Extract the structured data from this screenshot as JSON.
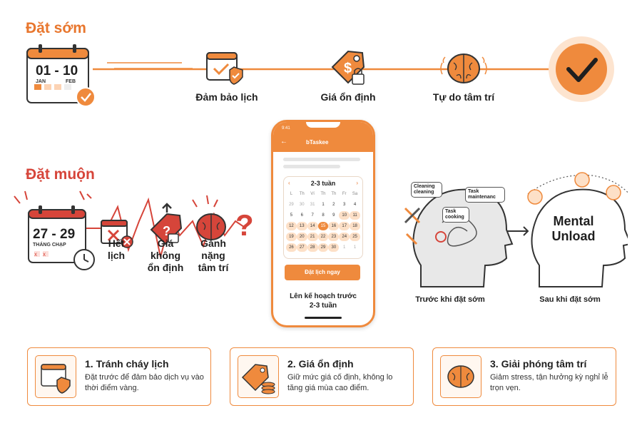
{
  "sections": {
    "early_title": "Đặt sớm",
    "late_title": "Đặt muộn"
  },
  "early_calendar": {
    "range": "01 - 10",
    "month1": "JAN",
    "month2": "FEB"
  },
  "early_steps": [
    {
      "label": "Đảm bảo lịch",
      "icon": "calendar-check-icon"
    },
    {
      "label": "Giá ổn định",
      "icon": "price-tag-lock-icon"
    },
    {
      "label": "Tự do tâm trí",
      "icon": "brain-icon"
    }
  ],
  "late_calendar": {
    "range": "27 - 29",
    "month": "THÁNG CHẠP"
  },
  "late_steps": [
    {
      "label_line1": "Hết",
      "label_line2": "lịch",
      "icon": "calendar-x-icon"
    },
    {
      "label_line1": "Giá",
      "label_line2": "không",
      "label_line3": "ổn định",
      "icon": "price-tag-up-icon"
    },
    {
      "label_line1": "Gánh",
      "label_line2": "nặng",
      "label_line3": "tâm trí",
      "icon": "stressed-brain-icon"
    }
  ],
  "phone": {
    "status_time": "9:41",
    "brand": "bTaskee",
    "calendar_title": "2-3 tuần",
    "weekdays": [
      "L",
      "Th",
      "Ví",
      "Th",
      "Th",
      "Fr",
      "Sa"
    ],
    "days": [
      {
        "d": "29",
        "s": "muted"
      },
      {
        "d": "30",
        "s": "muted"
      },
      {
        "d": "31",
        "s": "muted"
      },
      {
        "d": "1",
        "s": ""
      },
      {
        "d": "2",
        "s": ""
      },
      {
        "d": "3",
        "s": ""
      },
      {
        "d": "4",
        "s": ""
      },
      {
        "d": "5",
        "s": ""
      },
      {
        "d": "6",
        "s": ""
      },
      {
        "d": "7",
        "s": ""
      },
      {
        "d": "8",
        "s": ""
      },
      {
        "d": "9",
        "s": ""
      },
      {
        "d": "10",
        "s": "hl"
      },
      {
        "d": "11",
        "s": "hl"
      },
      {
        "d": "12",
        "s": "hl"
      },
      {
        "d": "13",
        "s": "hl"
      },
      {
        "d": "14",
        "s": "hl"
      },
      {
        "d": "15",
        "s": "sel"
      },
      {
        "d": "16",
        "s": "hl"
      },
      {
        "d": "17",
        "s": "hl"
      },
      {
        "d": "18",
        "s": "hl"
      },
      {
        "d": "19",
        "s": "hl"
      },
      {
        "d": "20",
        "s": "hl"
      },
      {
        "d": "21",
        "s": "hl"
      },
      {
        "d": "22",
        "s": "hl"
      },
      {
        "d": "23",
        "s": "hl"
      },
      {
        "d": "24",
        "s": "hl"
      },
      {
        "d": "25",
        "s": "hl"
      },
      {
        "d": "26",
        "s": "hl"
      },
      {
        "d": "27",
        "s": "hl"
      },
      {
        "d": "28",
        "s": "hl"
      },
      {
        "d": "29",
        "s": "hl"
      },
      {
        "d": "30",
        "s": "hl"
      },
      {
        "d": "1",
        "s": "muted"
      },
      {
        "d": "1",
        "s": "muted"
      }
    ],
    "button": "Đặt lịch ngay",
    "caption_line1": "Lên kế hoạch trước",
    "caption_line2": "2-3 tuần"
  },
  "heads": {
    "bubbles": [
      "Cleaning cleaning",
      "Task maintenanc",
      "Task cooking"
    ],
    "mental_line1": "Mental",
    "mental_line2": "Unload",
    "before_label": "Trước khi đặt sớm",
    "after_label": "Sau khi đặt sớm"
  },
  "cards": [
    {
      "title": "1. Tránh cháy lịch",
      "desc": "Đặt trước để đảm bảo dịch vụ vào thời điểm vàng.",
      "icon": "calendar-shield-icon"
    },
    {
      "title": "2. Giá ổn định",
      "desc": "Giữ mức giá cố định, không lo tăng giá mùa cao điểm.",
      "icon": "price-tag-coins-icon"
    },
    {
      "title": "3. Giải phóng tâm trí",
      "desc": "Giảm stress, tận hưởng kỳ nghỉ lễ trọn vẹn.",
      "icon": "brain-icon"
    }
  ],
  "colors": {
    "accent": "#ef8a3d",
    "late_red": "#d6453a",
    "highlight": "#fde0c7"
  }
}
